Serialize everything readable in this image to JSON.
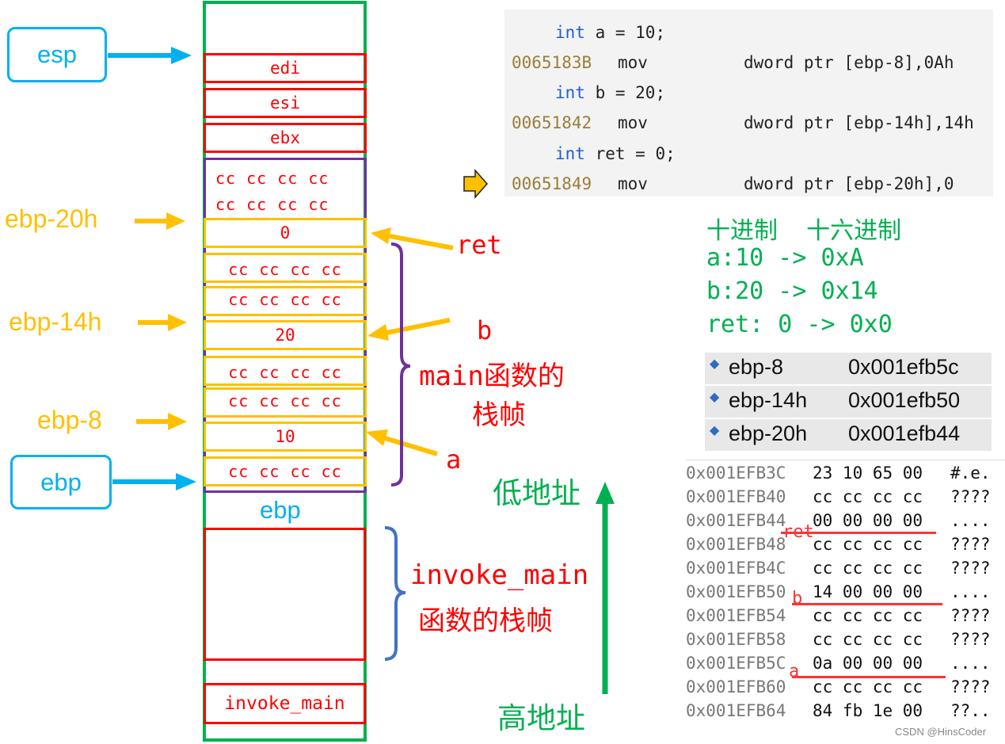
{
  "stack": {
    "reg_boxes": [
      "edi",
      "esi",
      "ebx"
    ],
    "cc_text": "cc cc cc cc",
    "ret_value": "0",
    "b_value": "20",
    "a_value": "10",
    "ebp_label": "ebp",
    "invoke_main_label": "invoke_main"
  },
  "pointers": {
    "esp": "esp",
    "ebp": "ebp",
    "ebp_20h": "ebp-20h",
    "ebp_14h": "ebp-14h",
    "ebp_8": "ebp-8"
  },
  "annotations": {
    "ret": "ret",
    "b": "b",
    "a": "a",
    "main_frame_line1": "main函数的",
    "main_frame_line2": "栈帧",
    "invoke_frame_line1": "invoke_main",
    "invoke_frame_line2": "函数的栈帧",
    "low_addr": "低地址",
    "high_addr": "高地址"
  },
  "code": {
    "lines": [
      {
        "kw": "int",
        "rest": " a = 10;"
      },
      {
        "addr": "0065183B",
        "op": "mov",
        "args": "dword ptr [ebp-8],0Ah"
      },
      {
        "kw": "int",
        "rest": " b = 20;"
      },
      {
        "addr": "00651842",
        "op": "mov",
        "args": "dword ptr [ebp-14h],14h"
      },
      {
        "kw": "int",
        "rest": " ret = 0;"
      },
      {
        "addr": "00651849",
        "op": "mov",
        "args": "dword ptr [ebp-20h],0"
      }
    ]
  },
  "conversion": {
    "header": "十进制  十六进制",
    "rows": [
      "a:10 -> 0xA",
      "b:20 -> 0x14",
      "ret: 0 -> 0x0"
    ]
  },
  "watch": [
    {
      "name": "ebp-8",
      "value": "0x001efb5c"
    },
    {
      "name": "ebp-14h",
      "value": "0x001efb50"
    },
    {
      "name": "ebp-20h",
      "value": "0x001efb44"
    }
  ],
  "memory": [
    {
      "addr": "0x001EFB3C",
      "bytes": "23 10 65 00",
      "ascii": "#.e."
    },
    {
      "addr": "0x001EFB40",
      "bytes": "cc cc cc cc",
      "ascii": "????"
    },
    {
      "addr": "0x001EFB44",
      "bytes": "00 00 00 00",
      "ascii": "...."
    },
    {
      "addr": "0x001EFB48",
      "bytes": "cc cc cc cc",
      "ascii": "????"
    },
    {
      "addr": "0x001EFB4C",
      "bytes": "cc cc cc cc",
      "ascii": "????"
    },
    {
      "addr": "0x001EFB50",
      "bytes": "14 00 00 00",
      "ascii": "...."
    },
    {
      "addr": "0x001EFB54",
      "bytes": "cc cc cc cc",
      "ascii": "????"
    },
    {
      "addr": "0x001EFB58",
      "bytes": "cc cc cc cc",
      "ascii": "????"
    },
    {
      "addr": "0x001EFB5C",
      "bytes": "0a 00 00 00",
      "ascii": "...."
    },
    {
      "addr": "0x001EFB60",
      "bytes": "cc cc cc cc",
      "ascii": "????"
    },
    {
      "addr": "0x001EFB64",
      "bytes": "84 fb 1e 00",
      "ascii": "??.."
    }
  ],
  "memory_tags": {
    "ret": "ret",
    "b": "b",
    "a": "a"
  },
  "watermark": "CSDN @HinsCoder",
  "colors": {
    "stack_border": "#00b050",
    "reg_box": "#ff0000",
    "var_box": "#ffc000",
    "frame": "#7030a0",
    "pointer": "#00b0f0",
    "offset": "#ffc000"
  }
}
